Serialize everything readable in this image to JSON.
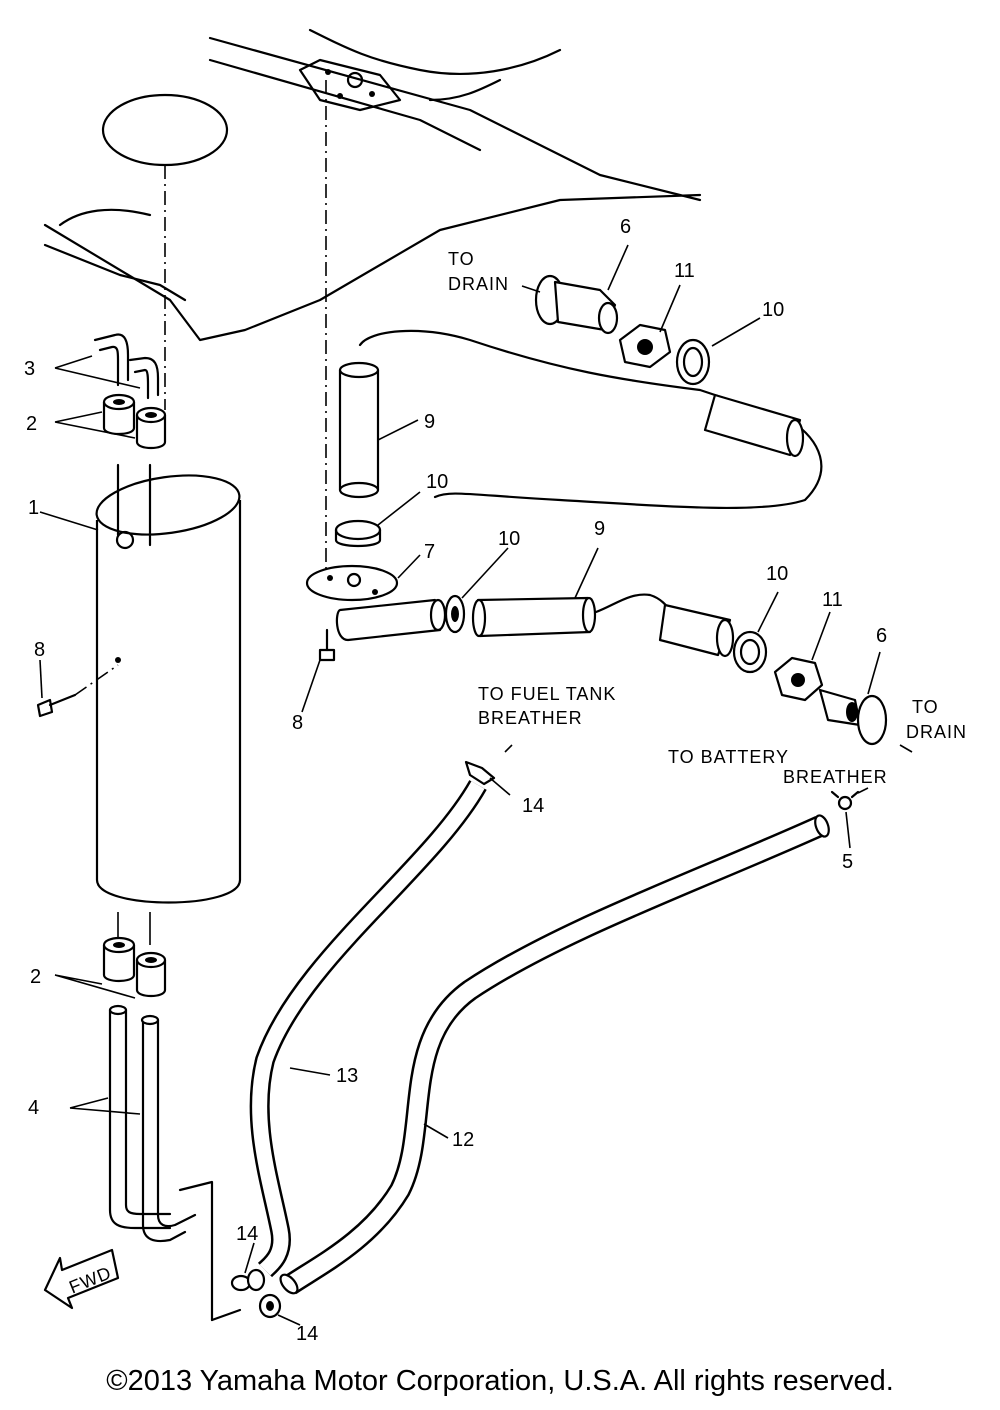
{
  "labels": {
    "p1": "1",
    "p2a": "2",
    "p2b": "2",
    "p3": "3",
    "p4": "4",
    "p5": "5",
    "p6a": "6",
    "p6b": "6",
    "p7": "7",
    "p8a": "8",
    "p8b": "8",
    "p9a": "9",
    "p9b": "9",
    "p10a": "10",
    "p10b": "10",
    "p10c": "10",
    "p10d": "10",
    "p11a": "11",
    "p11b": "11",
    "p12": "12",
    "p13": "13",
    "p14a": "14",
    "p14b": "14",
    "p14c": "14"
  },
  "callouts": {
    "to_drain_top_1": "TO",
    "to_drain_top_2": "DRAIN",
    "to_drain_right_1": "TO",
    "to_drain_right_2": "DRAIN",
    "fuel_tank_1": "TO FUEL TANK",
    "fuel_tank_2": "BREATHER",
    "battery_1": "TO BATTERY",
    "battery_2": "BREATHER",
    "fwd": "FWD"
  },
  "footer": {
    "copyright": "©2013 Yamaha Motor Corporation, U.S.A. All rights reserved."
  }
}
